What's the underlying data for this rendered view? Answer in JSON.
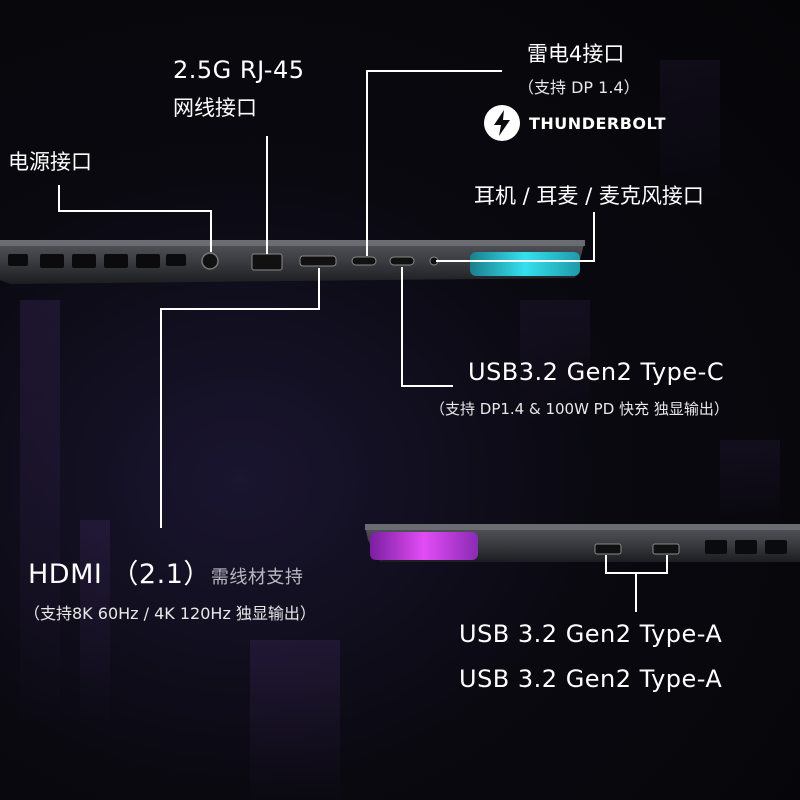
{
  "ports": {
    "power": {
      "label": "电源接口"
    },
    "rj45": {
      "line1": "2.5G RJ-45",
      "line2": "网线接口"
    },
    "thunderbolt": {
      "title": "雷电4接口",
      "note": "（支持 DP 1.4）",
      "logo_text": "THUNDERBOLT",
      "logo_icon": "thunderbolt-bolt-icon"
    },
    "audio": {
      "label": "耳机 / 耳麦 / 麦克风接口"
    },
    "usbc": {
      "title": "USB3.2 Gen2 Type-C",
      "note": "（支持 DP1.4 & 100W PD 快充 独显输出）"
    },
    "hdmi": {
      "title": "HDMI （2.1）",
      "suffix": "需线材支持",
      "note": "（支持8K 60Hz / 4K 120Hz 独显输出）"
    },
    "usba": {
      "line1": "USB 3.2 Gen2 Type-A",
      "line2": "USB 3.2 Gen2 Type-A"
    }
  },
  "colors": {
    "background": "#07060c",
    "chassis": "#3a3b40",
    "accent_cyan": "#2fd8e8",
    "accent_magenta": "#d23cf0",
    "line": "#ffffff"
  }
}
